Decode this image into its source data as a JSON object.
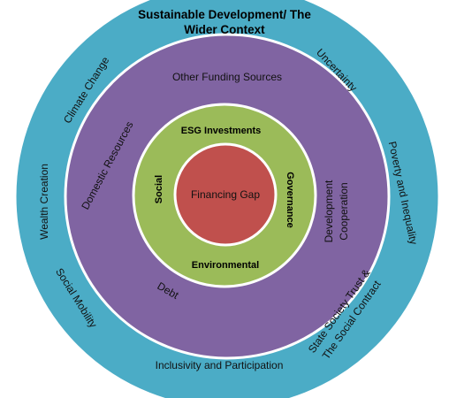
{
  "diagram": {
    "colors": {
      "outer_ring": "#4BACC6",
      "middle_ring": "#8064A2",
      "inner_ring": "#9BBB59",
      "core": "#C0504D",
      "ring_outline": "#FFFFFF"
    },
    "outer_ring": {
      "title_line1": "Sustainable Development/ The",
      "title_line2": "Wider Context",
      "uncertainty": "Uncertainty",
      "climate_change": "Climate Change",
      "poverty_inequality": "Poverty and Inequality",
      "wealth_creation": "Wealth Creation",
      "social_mobility": "Social Mobility",
      "state_society_line1": "State Society Trust &",
      "state_society_line2": "The Social Contract",
      "inclusivity": "Inclusivity and Participation"
    },
    "middle_ring": {
      "other_funding": "Other Funding Sources",
      "domestic_resources": "Domestic Resources",
      "development_line1": "Development",
      "development_line2": "Cooperation",
      "debt": "Debt"
    },
    "inner_ring": {
      "esg": "ESG Investments",
      "social": "Social",
      "governance": "Governance",
      "environmental": "Environmental"
    },
    "core": {
      "label": "Financing Gap"
    }
  }
}
